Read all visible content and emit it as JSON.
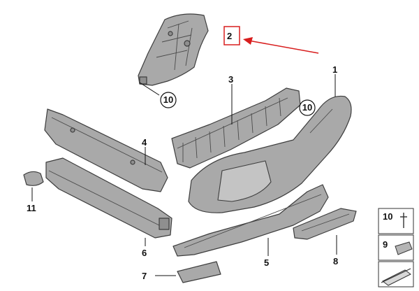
{
  "callouts": {
    "c1": "1",
    "c2": "2",
    "c3": "3",
    "c4": "4",
    "c5": "5",
    "c6": "6",
    "c7": "7",
    "c8": "8",
    "c10a": "10",
    "c10b": "10",
    "c11": "11"
  },
  "legend": {
    "item10": "10",
    "item9": "9"
  },
  "colors": {
    "highlight_box": "#d81e1e",
    "arrow": "#d81e1e",
    "part_fill": "#a9a9a9",
    "outline": "#3d3d3d"
  },
  "icons": {
    "arrow": "red-pointer-arrow",
    "legend_screw": "screw-icon",
    "legend_clip": "clip-icon",
    "legend_wedge": "wedge-icon"
  }
}
